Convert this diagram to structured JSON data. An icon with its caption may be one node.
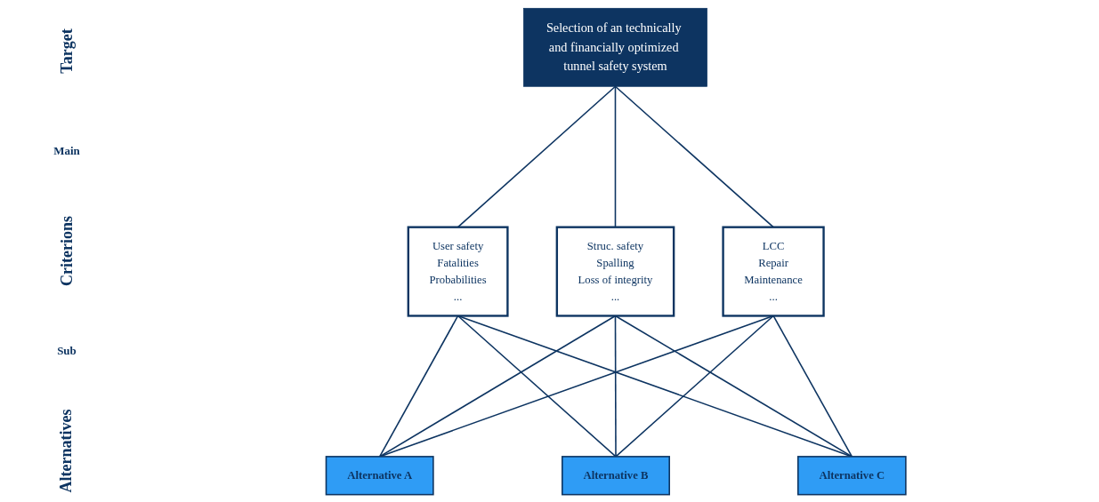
{
  "diagram": {
    "nodes": [
      {
        "text": [
          "Selection of an technically and financially optimized tunnel safety system"
        ]
      },
      {
        "text": [
          "User safety",
          "Fatalities",
          "Probabilities",
          "..."
        ]
      },
      {
        "text": [
          "Struc. safety",
          "Spalling",
          "Loss of integrity",
          "..."
        ]
      },
      {
        "text": [
          "LCC",
          "Repair",
          "Maintenance",
          "..."
        ]
      },
      {
        "text": [
          "Alternative A"
        ]
      },
      {
        "text": [
          "Alternative B"
        ]
      },
      {
        "text": [
          "Alternative C"
        ]
      }
    ],
    "edges": [
      {
        "from": 0,
        "to": 1,
        "arrow": "none"
      },
      {
        "from": 0,
        "to": 2,
        "arrow": "none"
      },
      {
        "from": 0,
        "to": 3,
        "arrow": "none"
      },
      {
        "from": 1,
        "to": 4,
        "arrow": "none"
      },
      {
        "from": 1,
        "to": 5,
        "arrow": "none"
      },
      {
        "from": 1,
        "to": 6,
        "arrow": "none"
      },
      {
        "from": 2,
        "to": 4,
        "arrow": "none"
      },
      {
        "from": 2,
        "to": 5,
        "arrow": "none"
      },
      {
        "from": 2,
        "to": 6,
        "arrow": "none"
      },
      {
        "from": 3,
        "to": 4,
        "arrow": "none"
      },
      {
        "from": 3,
        "to": 5,
        "arrow": "none"
      },
      {
        "from": 3,
        "to": 6,
        "arrow": "none"
      }
    ],
    "labels": [
      "Target",
      "Main",
      "Criterions",
      "Sub",
      "Alternatives"
    ]
  }
}
